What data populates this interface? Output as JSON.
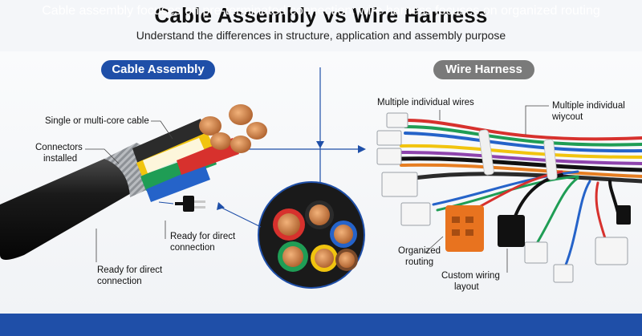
{
  "header": {
    "title": "Cable Assembly vs Wire Harness",
    "subtitle": "Understand the differences in structure, application and assembly purpose"
  },
  "left": {
    "heading": "Cable Assembly",
    "labels": {
      "cable": "Single or multi-core cable",
      "connectors_1": "Connectors",
      "connectors_2": "installed",
      "ready_a_1": "Ready for direct",
      "ready_a_2": "connection",
      "ready_b_1": "Ready for direct",
      "ready_b_2": "connection"
    }
  },
  "right": {
    "heading": "Wire Harness",
    "labels": {
      "wires": "Multiple individual wires",
      "wiycout_1": "Multiple individual",
      "wiycout_2": "wiycout",
      "organized_1": "Organized",
      "organized_2": "routing",
      "custom_1": "Custom wiring",
      "custom_2": "layout"
    }
  },
  "footer": {
    "text": "Cable assembly focuses on pre-terminated connection; wire harness focuses on organized routing"
  },
  "colors": {
    "accent": "#1f4fa8",
    "gray_pill": "#7a7a7a",
    "copper": "#c8763f"
  }
}
